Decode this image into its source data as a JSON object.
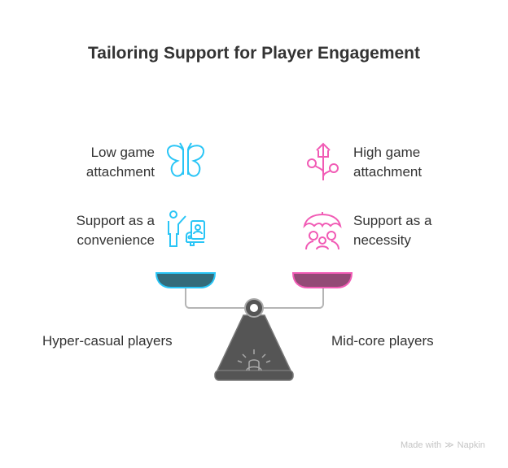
{
  "title": "Tailoring Support for Player Engagement",
  "left": {
    "items": [
      "Low game attachment",
      "Support as a convenience"
    ],
    "items_lines": [
      [
        "Low game",
        "attachment"
      ],
      [
        "Support as a",
        "convenience"
      ]
    ],
    "group": "Hyper-casual players",
    "color": "#29c5f6",
    "pan_color": "#336b7a"
  },
  "right": {
    "items": [
      "High game attachment",
      "Support as a necessity"
    ],
    "items_lines": [
      [
        "High game",
        "attachment"
      ],
      [
        "Support as a",
        "necessity"
      ]
    ],
    "group": "Mid-core players",
    "color": "#f15bb5",
    "pan_color": "#934a76"
  },
  "footer": {
    "made_with": "Made with",
    "brand": "Napkin"
  }
}
